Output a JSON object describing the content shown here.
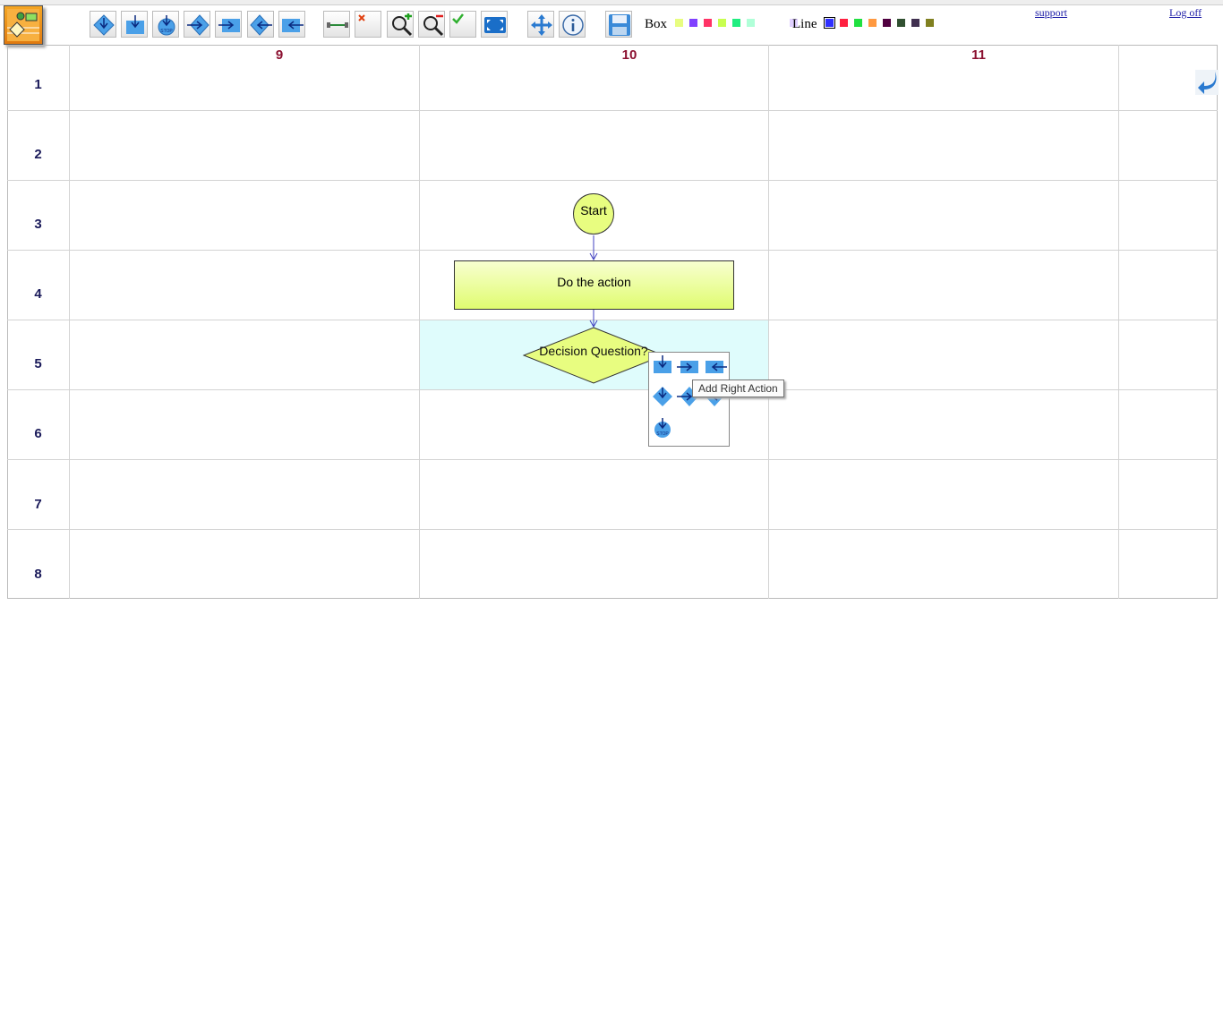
{
  "toolbar": {
    "buttons": [
      {
        "name": "add-down-decision",
        "icon": "diamond-down-icon"
      },
      {
        "name": "add-down-action",
        "icon": "box-down-icon"
      },
      {
        "name": "add-stop",
        "icon": "stop-down-icon"
      },
      {
        "name": "add-right-decision",
        "icon": "diamond-right-icon"
      },
      {
        "name": "add-right-action",
        "icon": "box-right-icon"
      },
      {
        "name": "add-left-decision",
        "icon": "diamond-left-icon"
      },
      {
        "name": "add-left-action",
        "icon": "box-left-icon"
      },
      {
        "name": "connect",
        "icon": "connector-icon"
      },
      {
        "name": "delete",
        "icon": "delete-icon"
      },
      {
        "name": "zoom-in",
        "icon": "zoom-in-icon"
      },
      {
        "name": "zoom-out",
        "icon": "zoom-out-icon"
      },
      {
        "name": "validate",
        "icon": "check-icon"
      },
      {
        "name": "fit",
        "icon": "fit-screen-icon"
      },
      {
        "name": "move",
        "icon": "move-icon"
      },
      {
        "name": "info",
        "icon": "info-icon"
      },
      {
        "name": "save",
        "icon": "floppy-icon"
      }
    ],
    "box_label": "Box",
    "line_label": "Line",
    "box_colors": [
      "#e8fd80",
      "#8040ff",
      "#ff3366",
      "#c8ff50",
      "#20ee80",
      "#b0ffd8",
      "#ffffff",
      "#ffffff",
      "#e0d0ff"
    ],
    "line_colors": [
      "#3030ff",
      "#ff2040",
      "#20e040",
      "#ff9940",
      "#500040",
      "#305030",
      "#403050",
      "#808020"
    ],
    "support_link": "support",
    "logoff_link": "Log off"
  },
  "grid": {
    "columns": [
      "9",
      "10",
      "11"
    ],
    "rows": [
      "1",
      "2",
      "3",
      "4",
      "5",
      "6",
      "7",
      "8"
    ]
  },
  "flowchart": {
    "start_label": "Start",
    "action_label": "Do the action",
    "decision_label": "Decision Question?",
    "box_color": "#e8fd80",
    "line_color": "#4040c0"
  },
  "popup": {
    "tooltip": "Add Right Action"
  }
}
